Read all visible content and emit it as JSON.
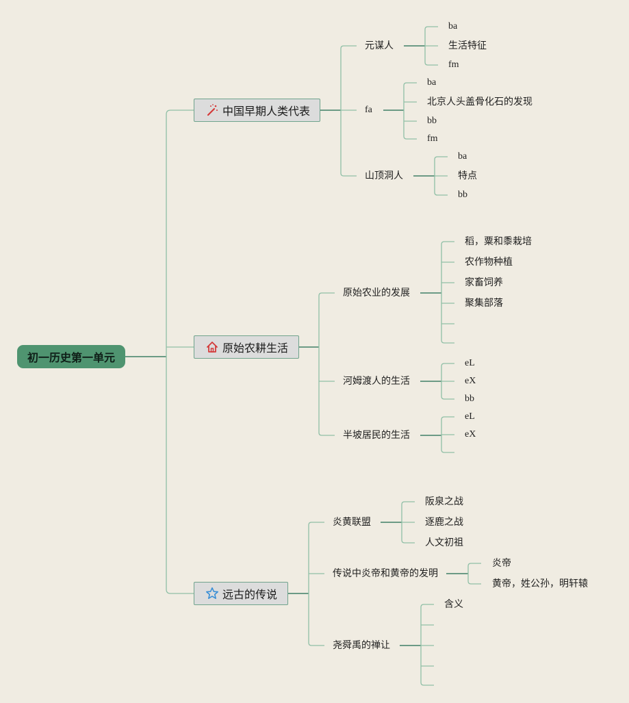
{
  "root": {
    "label": "初一历史第一单元"
  },
  "branches": [
    {
      "label": "中国早期人类代表",
      "icon": "magic-wand-icon",
      "children": [
        {
          "label": "元谋人",
          "leaves": [
            "ba",
            "生活特征",
            "fm"
          ]
        },
        {
          "label": "fa",
          "leaves": [
            "ba",
            "北京人头盖骨化石的发现",
            "bb",
            "fm"
          ]
        },
        {
          "label": "山顶洞人",
          "leaves": [
            "ba",
            "特点",
            "bb"
          ]
        }
      ]
    },
    {
      "label": "原始农耕生活",
      "icon": "house-icon",
      "children": [
        {
          "label": "原始农业的发展",
          "leaves": [
            "稻，粟和黍栽培",
            "农作物种植",
            "家畜饲养",
            "聚集部落",
            "",
            ""
          ]
        },
        {
          "label": "河姆渡人的生活",
          "leaves": [
            "eL",
            "eX",
            "bb"
          ]
        },
        {
          "label": "半坡居民的生活",
          "leaves": [
            "eL",
            "eX",
            ""
          ]
        }
      ]
    },
    {
      "label": "远古的传说",
      "icon": "star-icon",
      "children": [
        {
          "label": "炎黄联盟",
          "leaves": [
            "阪泉之战",
            "逐鹿之战",
            "人文初祖"
          ]
        },
        {
          "label": "传说中炎帝和黄帝的发明",
          "leaves": [
            "炎帝",
            "黄帝，姓公孙，明轩辕"
          ]
        },
        {
          "label": "尧舜禹的禅让",
          "leaves": [
            "含义",
            "",
            "",
            "",
            ""
          ]
        }
      ]
    }
  ],
  "colors": {
    "background": "#f0ece2",
    "root": "#4f9470",
    "connector_light": "#8fbfa6",
    "connector_dark": "#3f7f66",
    "branch_fill": "#dcdcdc",
    "icon_red": "#d43a3a",
    "icon_blue": "#3a8fd6"
  }
}
